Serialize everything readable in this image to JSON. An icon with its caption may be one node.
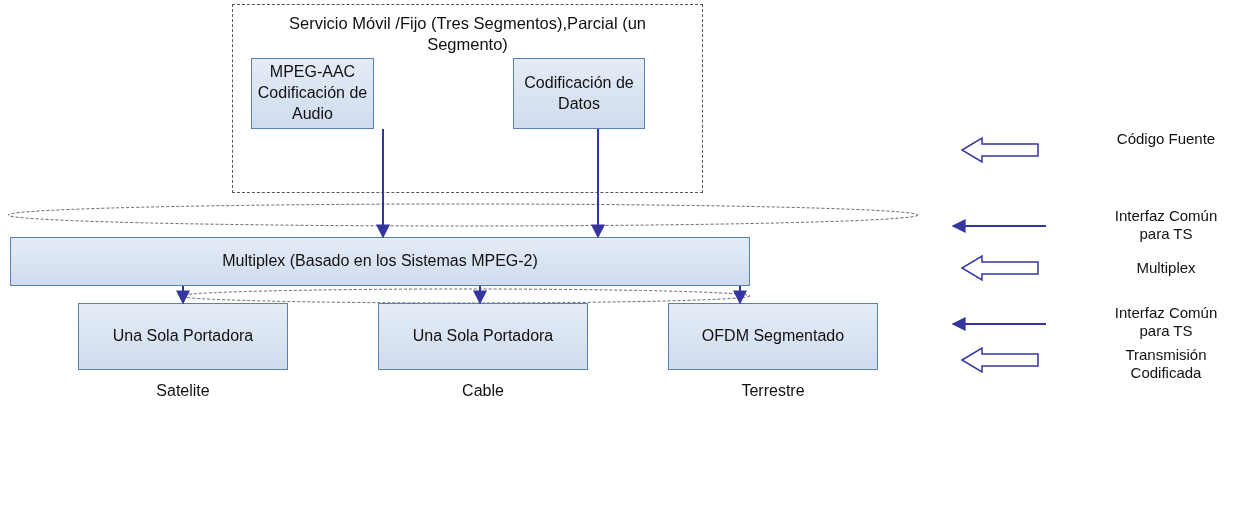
{
  "diagram": {
    "nodes": [
      {
        "text": [
          "Servicio Móvil /Fijo (Tres Segmentos),Parcial (un Segmento)"
        ]
      },
      {
        "text": [
          "MPEG-AAC Codificación de Audio"
        ],
        "in": 0
      },
      {
        "text": [
          "Codificación de Datos"
        ],
        "in": 0
      },
      {
        "text": [
          "Multiplex (Basado en los Sistemas MPEG-2)"
        ]
      },
      {
        "text": [
          "Una Sola Portadora"
        ],
        "beside": [
          "Satelite"
        ]
      },
      {
        "text": [
          "Una Sola Portadora"
        ],
        "beside": [
          "Cable"
        ]
      },
      {
        "text": [
          "OFDM Segmentado"
        ],
        "beside": [
          "Terrestre"
        ]
      }
    ],
    "edges": [
      {
        "from": 1,
        "to": 3,
        "arrow": "to"
      },
      {
        "from": 2,
        "to": 3,
        "arrow": "to"
      },
      {
        "from": 3,
        "to": 4,
        "arrow": "to"
      },
      {
        "from": 3,
        "to": 5,
        "arrow": "to"
      },
      {
        "from": 3,
        "to": 6,
        "arrow": "to"
      }
    ],
    "labels": [
      "Código Fuente",
      "Interfaz Común para TS",
      "Multiplex",
      "Interfaz Común para TS",
      "Transmisión Codificada"
    ]
  }
}
